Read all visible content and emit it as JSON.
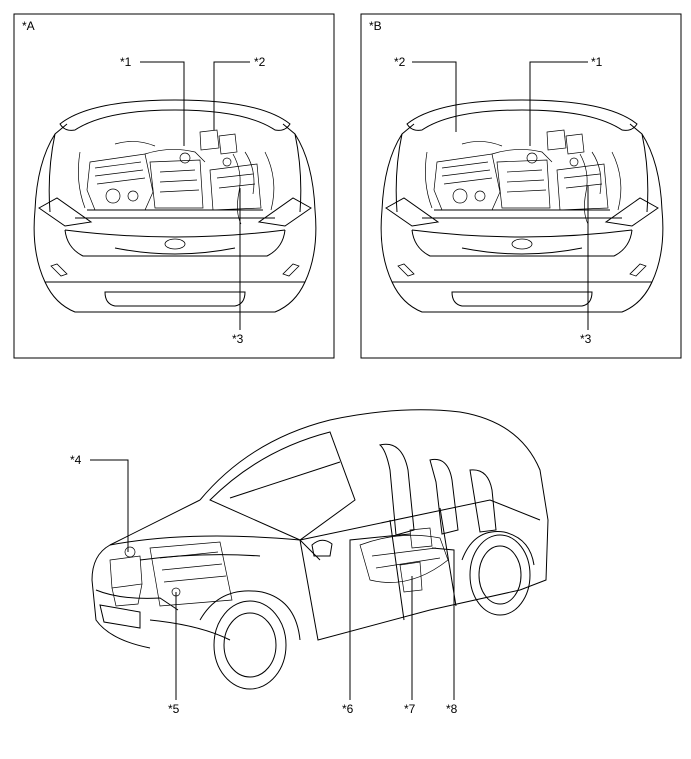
{
  "panels": [
    {
      "id": "A",
      "label": "*A"
    },
    {
      "id": "B",
      "label": "*B"
    }
  ],
  "callouts": {
    "panel_a": [
      "*1",
      "*2",
      "*3"
    ],
    "panel_b": [
      "*2",
      "*1",
      "*3"
    ],
    "vehicle": [
      "*4",
      "*5",
      "*6",
      "*7",
      "*8"
    ]
  }
}
